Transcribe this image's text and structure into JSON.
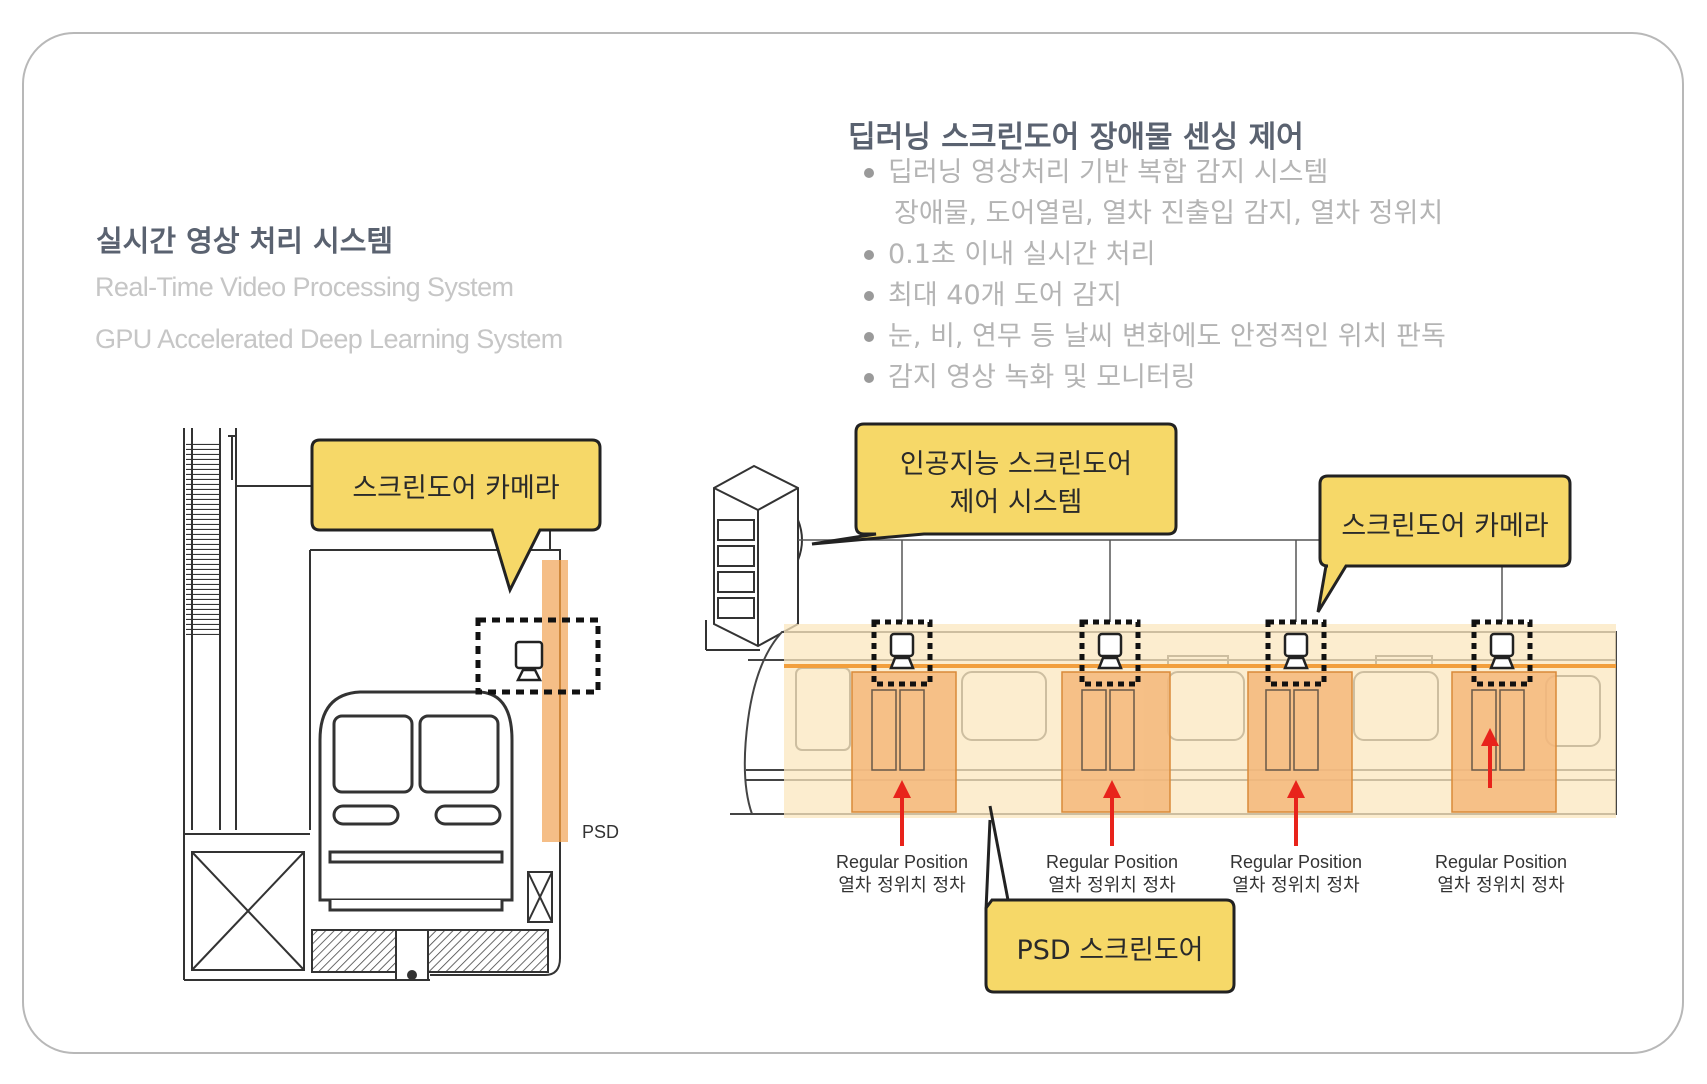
{
  "left_panel": {
    "title": "실시간 영상 처리 시스템",
    "subtitle_1": "Real-Time Video Processing System",
    "subtitle_2": "GPU Accelerated Deep Learning System",
    "camera_callout": "스크린도어 카메라",
    "psd_label": "PSD"
  },
  "right_panel": {
    "title": "딥러닝 스크린도어 장애물 센싱 제어",
    "bullets": [
      {
        "text": "딥러닝 영상처리 기반 복합 감지 시스템",
        "continuation": "장애물, 도어열림, 열차 진출입 감지, 열차 정위치"
      },
      {
        "text": "0.1초 이내 실시간 처리"
      },
      {
        "text": "최대 40개 도어 감지"
      },
      {
        "text": "눈, 비, 연무 등 날씨 변화에도 안정적인 위치 판독"
      },
      {
        "text": "감지 영상 녹화 및 모니터링"
      }
    ],
    "ai_callout_line1": "인공지능 스크린도어",
    "ai_callout_line2": "제어 시스템",
    "camera_callout": "스크린도어 카메라",
    "psd_callout": "PSD 스크린도어",
    "positions": [
      {
        "en": "Regular Position",
        "ko": "열차 정위치 정차"
      },
      {
        "en": "Regular Position",
        "ko": "열차 정위치 정차"
      },
      {
        "en": "Regular Position",
        "ko": "열차 정위치 정차"
      },
      {
        "en": "Regular Position",
        "ko": "열차 정위치 정차"
      }
    ]
  },
  "colors": {
    "callout_fill": "#f6d868",
    "psd_orange": "#f4b77a",
    "train_tint": "#fbe7bf",
    "arrow_red": "#e8231b",
    "title_gray": "#5a6270",
    "subtitle_gray": "#c6c6c6"
  }
}
